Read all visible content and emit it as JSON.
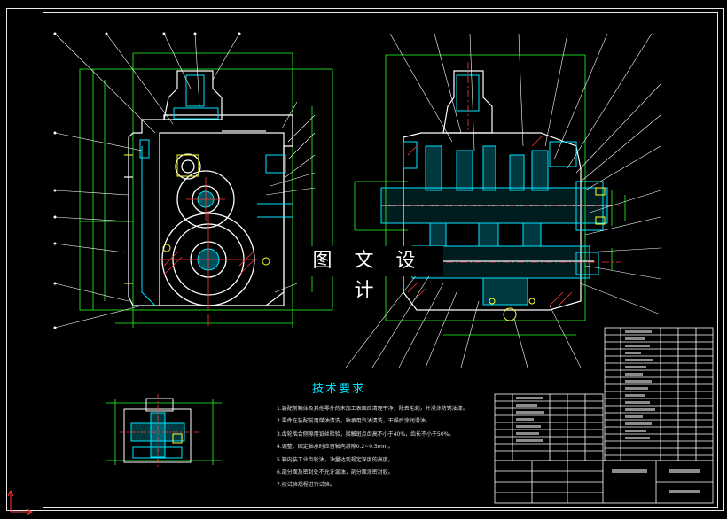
{
  "watermark": "图 文 设 计",
  "tech_requirements": {
    "title": "技术要求",
    "items": [
      "1.装配前箱体及其他零件的未加工表面应清理干净，除去毛刺，并浸涂防锈油漆。",
      "2.零件在装配前用煤油清洗，轴承用汽油清洗，干燥后涂润滑油。",
      "3.齿轮啮合侧隙用铅丝检验，接触斑点齿高不小于40%，齿长不小于50%。",
      "4.调整、固定轴承时应留轴向游隙0.2~0.5mm。",
      "5.箱内装工业齿轮油，油量达到规定深度的高度。",
      "6.剖分面及密封处不允许漏油，剖分面涂密封胶。",
      "7.按试验规程进行试验。"
    ]
  },
  "colors": {
    "background": "#000000",
    "frame": "#e8e8e8",
    "outline": "#ffffff",
    "dimension": "#22ff22",
    "section": "#00e5ff",
    "hatch": "#ff3b3b",
    "centerline": "#ff3b3b",
    "highlight": "#ffff33"
  }
}
